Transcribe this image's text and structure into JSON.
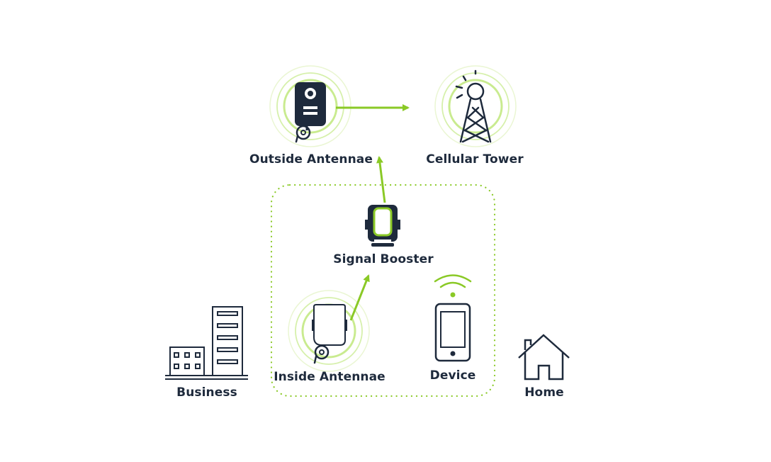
{
  "colors": {
    "accent": "#8ac926",
    "ring_light": "#d6f0ab",
    "ring_faint": "#eaf6d3",
    "ink": "#1e2a3c"
  },
  "nodes": {
    "outside_antenna": {
      "label": "Outside Antennae",
      "icon": "outside-antenna-icon"
    },
    "cellular_tower": {
      "label": "Cellular Tower",
      "icon": "cell-tower-icon"
    },
    "signal_booster": {
      "label": "Signal Booster",
      "icon": "signal-booster-icon"
    },
    "inside_antenna": {
      "label": "Inside Antennae",
      "icon": "inside-antenna-icon"
    },
    "device": {
      "label": "Device",
      "icon": "smartphone-icon"
    },
    "business": {
      "label": "Business",
      "icon": "office-building-icon"
    },
    "home": {
      "label": "Home",
      "icon": "house-icon"
    }
  }
}
